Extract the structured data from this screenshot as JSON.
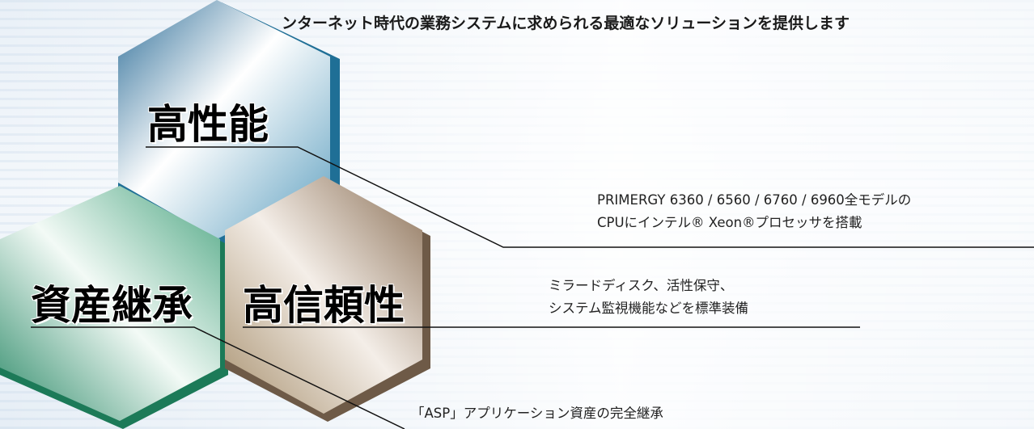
{
  "headline": "ンターネット時代の業務システムに求められる最適なソリューションを提供します",
  "features": [
    {
      "label": "高性能",
      "desc_line1": "PRIMERGY 6360 / 6560 / 6760 / 6960全モデルの",
      "desc_line2": "CPUにインテル® Xeon®プロセッサを搭載"
    },
    {
      "label": "高信頼性",
      "desc_line1": "ミラードディスク、活性保守、",
      "desc_line2": "システム監視機能などを標準装備"
    },
    {
      "label": "資産継承",
      "desc_line1": "「ASP」アプリケーション資産の完全継承",
      "desc_line2": ""
    }
  ],
  "colors": {
    "performance": "#3f8fb3",
    "reliability": "#a48a70",
    "heritage": "#3f9a78"
  }
}
